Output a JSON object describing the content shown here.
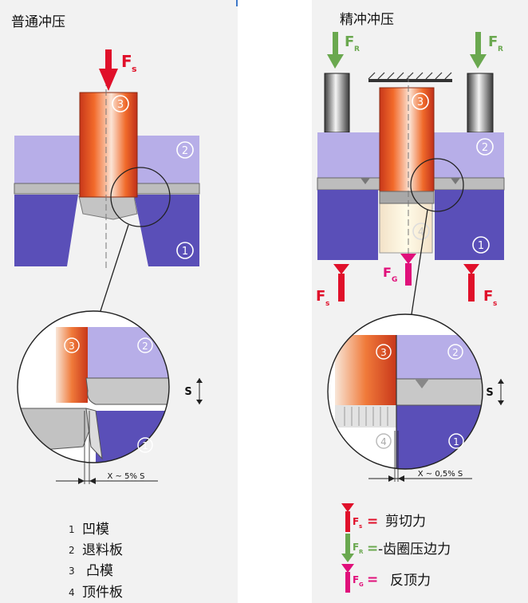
{
  "left_panel": {
    "title": "普通冲压",
    "punch_force": {
      "main": "F",
      "sub": "s"
    },
    "part_numbers": [
      "1",
      "2",
      "3"
    ],
    "detail": {
      "thickness": "S",
      "clearance": "X ~ 5% S",
      "part_numbers": [
        "1",
        "2",
        "3"
      ]
    },
    "legend": [
      {
        "num": "1",
        "label": "凹模"
      },
      {
        "num": "2",
        "label": "退料板"
      },
      {
        "num": "3",
        "label": "凸模"
      },
      {
        "num": "4",
        "label": "顶件板"
      }
    ]
  },
  "right_panel": {
    "title": "精冲冲压",
    "force_r_left": {
      "main": "F",
      "sub": "R"
    },
    "force_r_right": {
      "main": "F",
      "sub": "R"
    },
    "force_s_left": {
      "main": "F",
      "sub": "s"
    },
    "force_s_right": {
      "main": "F",
      "sub": "s"
    },
    "force_g": {
      "main": "F",
      "sub": "G"
    },
    "part_numbers": [
      "1",
      "2",
      "3",
      "4"
    ],
    "detail": {
      "thickness": "S",
      "clearance": "X ~ 0,5% S",
      "part_numbers": [
        "1",
        "2",
        "3",
        "4"
      ]
    },
    "legend": [
      {
        "sym": "F",
        "sub": "s",
        "eq": "=",
        "label": "剪切力",
        "color": "#e0102a"
      },
      {
        "sym": "F",
        "sub": "R",
        "eq": "=",
        "label": "-齿圈压边力",
        "color": "#6aa84f"
      },
      {
        "sym": "F",
        "sub": "G",
        "eq": "=",
        "label": "反顶力",
        "color": "#e0107a"
      }
    ]
  },
  "colors": {
    "panel_bg": "#f2f2f2",
    "stripper": "#b7aee8",
    "die": "#5a4fb8",
    "sheet": "#b9b9b9",
    "red_arrow": "#e0102a",
    "green_arrow": "#6aa84f",
    "pink_arrow": "#e0107a"
  }
}
